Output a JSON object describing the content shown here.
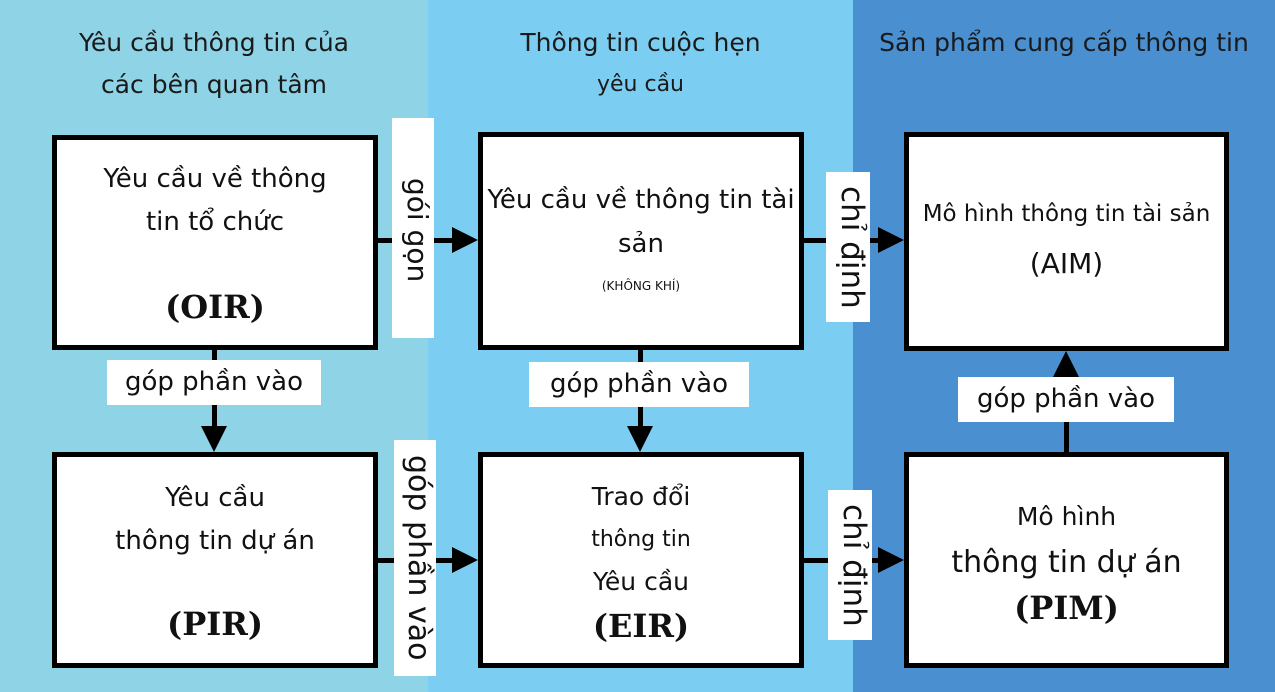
{
  "columns": [
    {
      "title_line1": "Yêu cầu thông tin của",
      "title_line2": "các bên quan tâm"
    },
    {
      "title_line1": "Thông tin cuộc hẹn",
      "title_line2": "yêu cầu"
    },
    {
      "title_line1": "Sản phẩm cung cấp thông tin"
    }
  ],
  "boxes": {
    "oir": {
      "line1": "Yêu cầu về thông",
      "line2": "tin tổ chức",
      "abbr": "(OIR)"
    },
    "air": {
      "line1": "Yêu cầu về thông tin tài",
      "line2": "sản",
      "note": "(KHÔNG KHÍ)"
    },
    "aim": {
      "line1": "Mô hình thông tin tài sản",
      "abbr": "(AIM)"
    },
    "pir": {
      "line1": "Yêu cầu",
      "line2": "thông tin dự án",
      "abbr": "(PIR)"
    },
    "eir": {
      "line1": "Trao đổi",
      "line2": "thông tin",
      "line3": "Yêu cầu",
      "abbr": "(EIR)"
    },
    "pim": {
      "line1": "Mô hình",
      "line2": "thông tin dự án",
      "abbr": "(PIM)"
    }
  },
  "connectors": {
    "oir_air": "gói gọn",
    "air_aim": "chỉ định",
    "oir_pir": "góp phần vào",
    "air_eir": "góp phần vào",
    "pim_aim": "góp phần vào",
    "pir_eir": "góp phần vào",
    "eir_pim": "chỉ định"
  },
  "colors": {
    "col1": "#8fd3e6",
    "col2": "#7ccdf2",
    "col3": "#4a8fd0"
  }
}
